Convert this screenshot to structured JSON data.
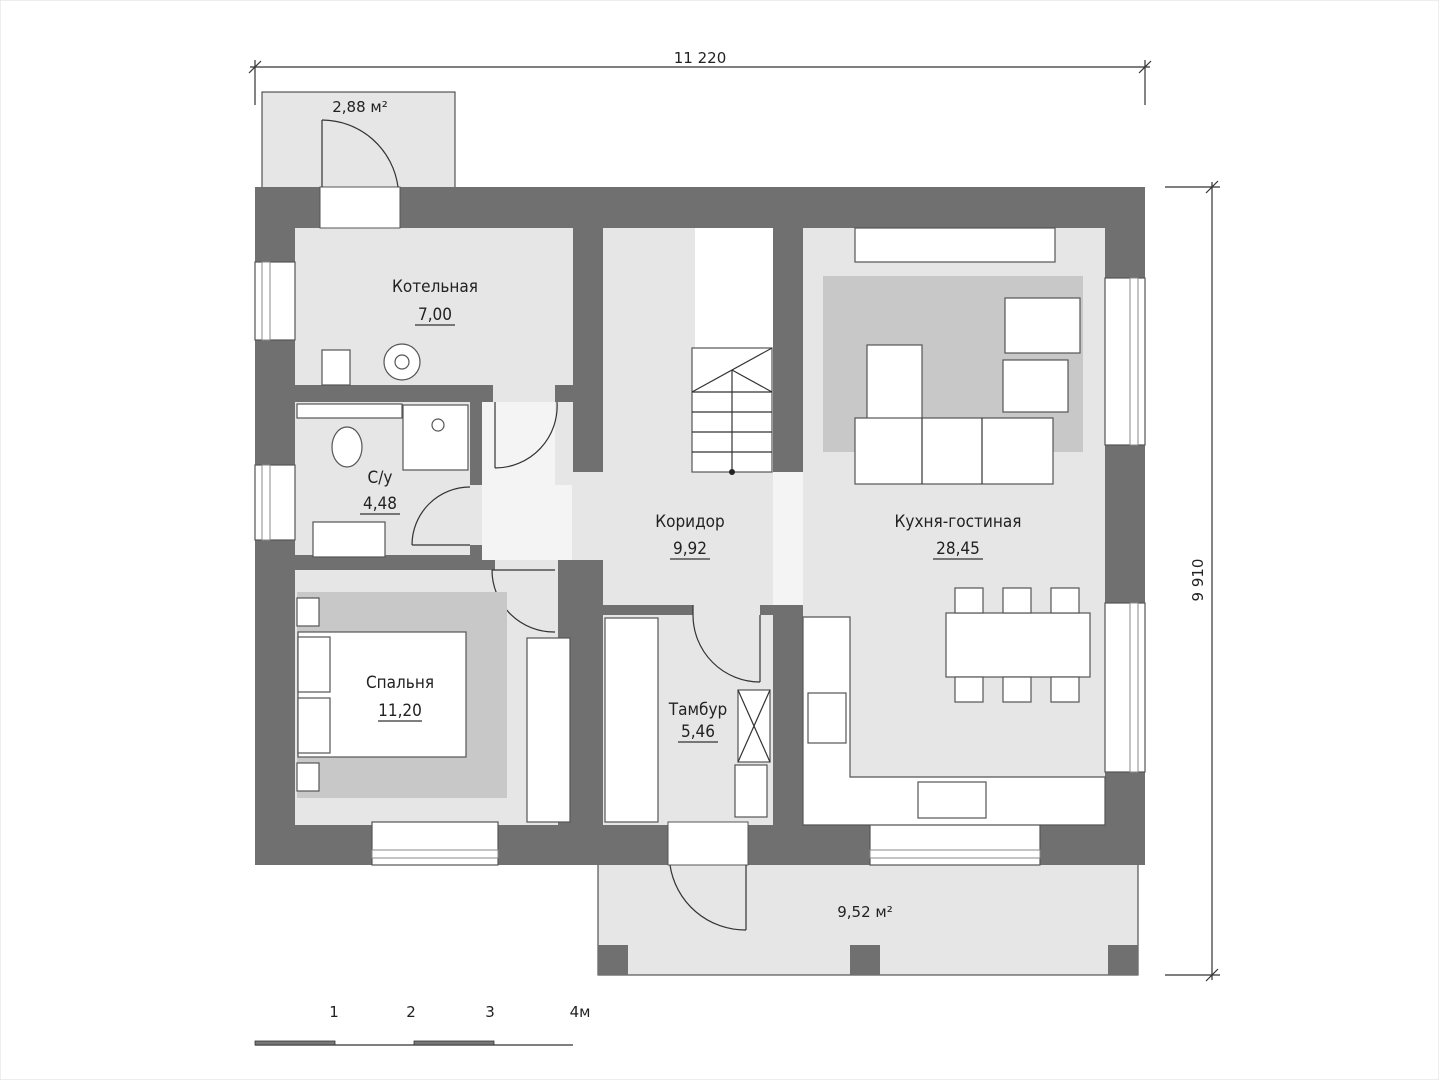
{
  "dimensions": {
    "width": "11 220",
    "height": "9 910"
  },
  "rooms": {
    "boiler": {
      "name": "Котельная",
      "area": "7,00"
    },
    "bathroom": {
      "name": "С/у",
      "area": "4,48"
    },
    "corridor": {
      "name": "Коридор",
      "area": "9,92"
    },
    "kitchen_living": {
      "name": "Кухня-гостиная",
      "area": "28,45"
    },
    "bedroom": {
      "name": "Спальня",
      "area": "11,20"
    },
    "vestibule": {
      "name": "Тамбур",
      "area": "5,46"
    }
  },
  "porches": {
    "back": "2,88 м²",
    "front": "9,52 м²"
  },
  "scale": {
    "ticks": [
      "1",
      "2",
      "3",
      "4м"
    ]
  },
  "colors": {
    "wall": "#707070",
    "floor": "#e6e6e6",
    "rug": "#c8c8c8"
  }
}
